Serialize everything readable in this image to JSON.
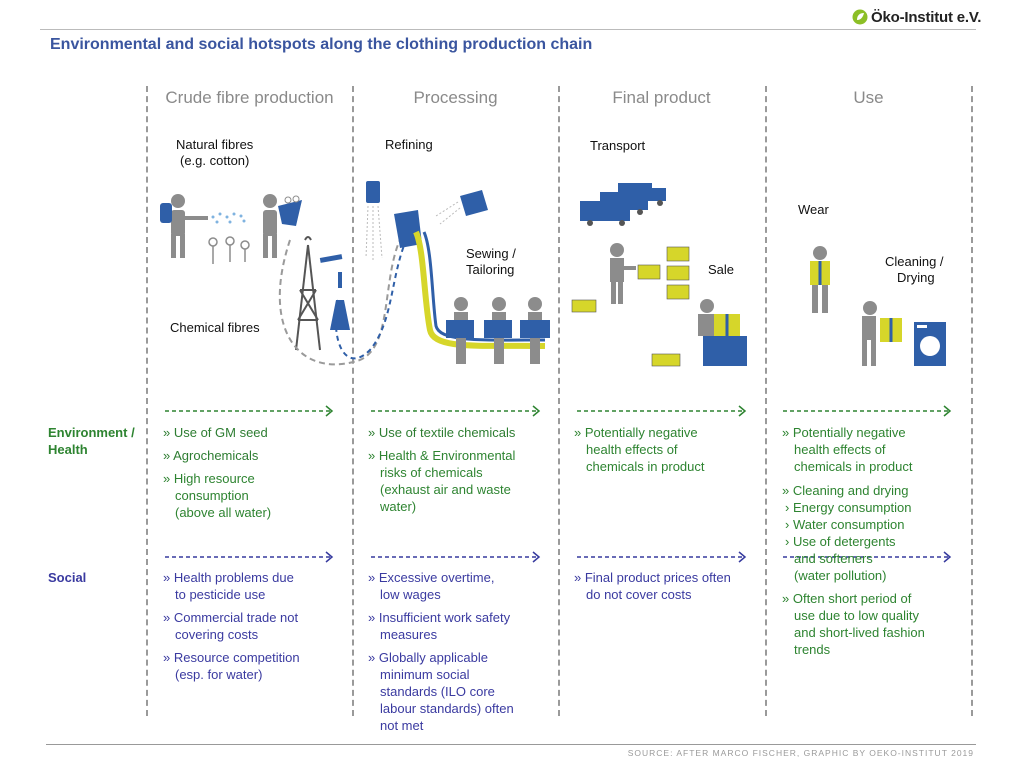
{
  "header": {
    "logo_text": "Öko-Institut e.V.",
    "title": "Environmental and social hotspots along the clothing production chain"
  },
  "phases": [
    "Crude fibre production",
    "Processing",
    "Final product",
    "Use"
  ],
  "illustration_labels": {
    "natural_fibres": "Natural fibres",
    "natural_fibres_eg": "(e.g. cotton)",
    "chemical_fibres": "Chemical fibres",
    "refining": "Refining",
    "sewing": "Sewing /",
    "tailoring": "Tailoring",
    "transport": "Transport",
    "sale": "Sale",
    "wear": "Wear",
    "cleaning": "Cleaning /",
    "drying": "Drying"
  },
  "rows": {
    "env_label_1": "Environment /",
    "env_label_2": "Health",
    "social_label": "Social"
  },
  "env": {
    "crude": [
      "» Use of GM seed",
      "» Agrochemicals",
      "» High resource",
      "consumption",
      "(above all water)"
    ],
    "processing": [
      "» Use of textile chemicals",
      "» Health & Environmental",
      "risks of chemicals",
      "(exhaust air and waste",
      "water)"
    ],
    "final": [
      "» Potentially negative",
      "health effects of",
      "chemicals in product"
    ],
    "use": [
      "» Potentially negative",
      "health effects of",
      "chemicals in product",
      "» Cleaning and drying",
      "› Energy consumption",
      "› Water consumption",
      "› Use of detergents",
      "and softeners",
      "(water pollution)"
    ]
  },
  "social": {
    "crude": [
      "» Health problems due",
      "to pesticide use",
      "» Commercial trade not",
      "covering costs",
      "» Resource competition",
      "(esp. for water)"
    ],
    "processing": [
      "» Excessive overtime,",
      "low wages",
      "» Insufficient work safety",
      "measures",
      "» Globally applicable",
      "minimum social",
      "standards (ILO core",
      "labour standards) often",
      "not met"
    ],
    "final": [
      "» Final product prices often",
      "do not cover costs"
    ],
    "use": [
      "» Often short period of",
      "use due to low quality",
      "and short-lived fashion",
      "trends"
    ]
  },
  "footer": {
    "source": "SOURCE: AFTER MARCO FISCHER, GRAPHIC BY OEKO-INSTITUT 2019"
  },
  "colors": {
    "title_blue": "#3a559f",
    "env_green": "#2e8431",
    "social_blue": "#363a9e",
    "figure_grey": "#8c8c8c",
    "accent_blue": "#2f5fa8",
    "accent_yellow": "#d6d62a"
  }
}
